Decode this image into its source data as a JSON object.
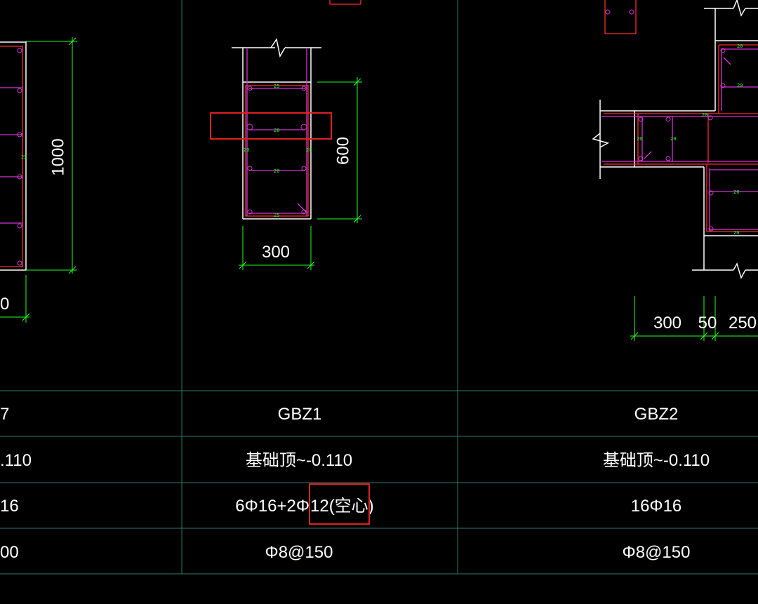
{
  "left_drawing": {
    "height_dim": "1000",
    "width_dim_partial": "0"
  },
  "gbz1_drawing": {
    "height_dim": "600",
    "width_dim": "300"
  },
  "gbz2_drawing": {
    "width_dims": [
      "300",
      "50",
      "250"
    ]
  },
  "table": {
    "rows": [
      {
        "left": "7",
        "gbz1": "GBZ1",
        "gbz2": "GBZ2"
      },
      {
        "left": ".110",
        "gbz1": "基础顶~-0.110",
        "gbz2": "基础顶~-0.110"
      },
      {
        "left": "16",
        "gbz1_main": "6Φ16+2Φ",
        "gbz1_hl": "12(空心)",
        "gbz2": "16Φ16"
      },
      {
        "left": "00",
        "gbz1": "Φ8@150",
        "gbz2": "Φ8@150"
      }
    ]
  },
  "colors": {
    "background": "#000000",
    "outline": "#ffffff",
    "dimension": "#22ff22",
    "rebar_main": "#ff2a2a",
    "stirrup": "#d633d6",
    "grid": "#2f7a6a",
    "highlight": "#e02020"
  }
}
